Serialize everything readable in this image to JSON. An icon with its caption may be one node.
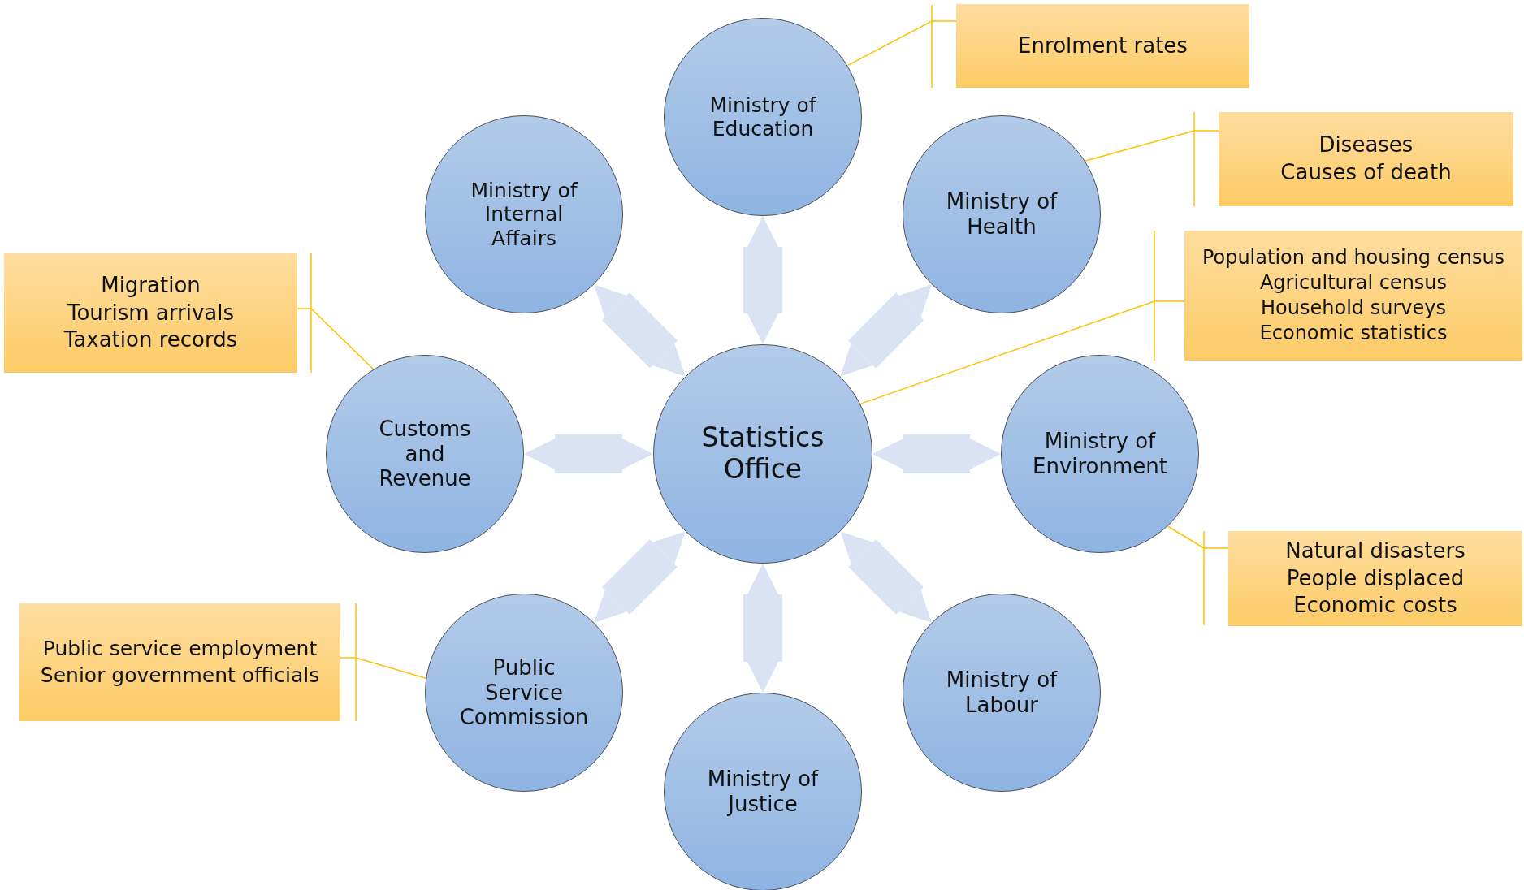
{
  "diagram": {
    "nodes": [
      {
        "text": [
          "Statistics Office"
        ]
      },
      {
        "text": [
          "Ministry of Education"
        ]
      },
      {
        "text": [
          "Ministry of Internal Affairs"
        ]
      },
      {
        "text": [
          "Ministry of Health"
        ]
      },
      {
        "text": [
          "Customs and Revenue"
        ]
      },
      {
        "text": [
          "Ministry of Environment"
        ]
      },
      {
        "text": [
          "Public Service Commission"
        ]
      },
      {
        "text": [
          "Ministry of Labour"
        ]
      },
      {
        "text": [
          "Ministry of Justice"
        ]
      },
      {
        "text": [
          "Enrolment rates"
        ]
      },
      {
        "text": [
          "Diseases",
          "Causes of death"
        ]
      },
      {
        "text": [
          "Population and housing census",
          "Agricultural census",
          "Household surveys",
          "Economic statistics"
        ]
      },
      {
        "text": [
          "Migration",
          "Tourism arrivals",
          "Taxation records"
        ]
      },
      {
        "text": [
          "Natural disasters",
          "People displaced",
          "Economic costs"
        ]
      },
      {
        "text": [
          "Public service employment",
          "Senior government officials"
        ]
      }
    ],
    "edges": [
      {
        "from": 0,
        "to": 1,
        "arrow": "both"
      },
      {
        "from": 0,
        "to": 2,
        "arrow": "both"
      },
      {
        "from": 0,
        "to": 3,
        "arrow": "both"
      },
      {
        "from": 0,
        "to": 4,
        "arrow": "both"
      },
      {
        "from": 0,
        "to": 5,
        "arrow": "both"
      },
      {
        "from": 0,
        "to": 6,
        "arrow": "both"
      },
      {
        "from": 0,
        "to": 7,
        "arrow": "both"
      },
      {
        "from": 0,
        "to": 8,
        "arrow": "both"
      },
      {
        "from": 9,
        "to": 1,
        "arrow": "none",
        "color": "#ffc000"
      },
      {
        "from": 10,
        "to": 3,
        "arrow": "none",
        "color": "#ffc000"
      },
      {
        "from": 11,
        "to": 0,
        "arrow": "none",
        "color": "#ffc000"
      },
      {
        "from": 12,
        "to": 4,
        "arrow": "none",
        "color": "#ffc000"
      },
      {
        "from": 13,
        "to": 5,
        "arrow": "none",
        "color": "#ffc000"
      },
      {
        "from": 14,
        "to": 6,
        "arrow": "none",
        "color": "#ffc000"
      }
    ]
  }
}
